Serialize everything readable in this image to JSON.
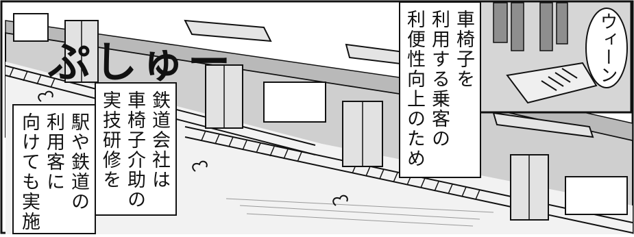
{
  "sfx": {
    "pushu": "ぷしゅー",
    "wiin": "ウィーン"
  },
  "captions": {
    "top_right": {
      "lines": [
        "車椅子を",
        "利用する乗客の",
        "利便性向上のため"
      ]
    },
    "middle": {
      "lines": [
        "鉄道会社は",
        "車椅子介助の",
        "実技研修を"
      ]
    },
    "left": {
      "lines": [
        "駅や鉄道の",
        "利用客に",
        "向けても実施"
      ]
    }
  },
  "colors": {
    "ink": "#111111",
    "train_body": "#cfcfcf",
    "train_shadow": "#a9a9a9",
    "platform": "#e9e9e9",
    "paper": "#ffffff"
  }
}
